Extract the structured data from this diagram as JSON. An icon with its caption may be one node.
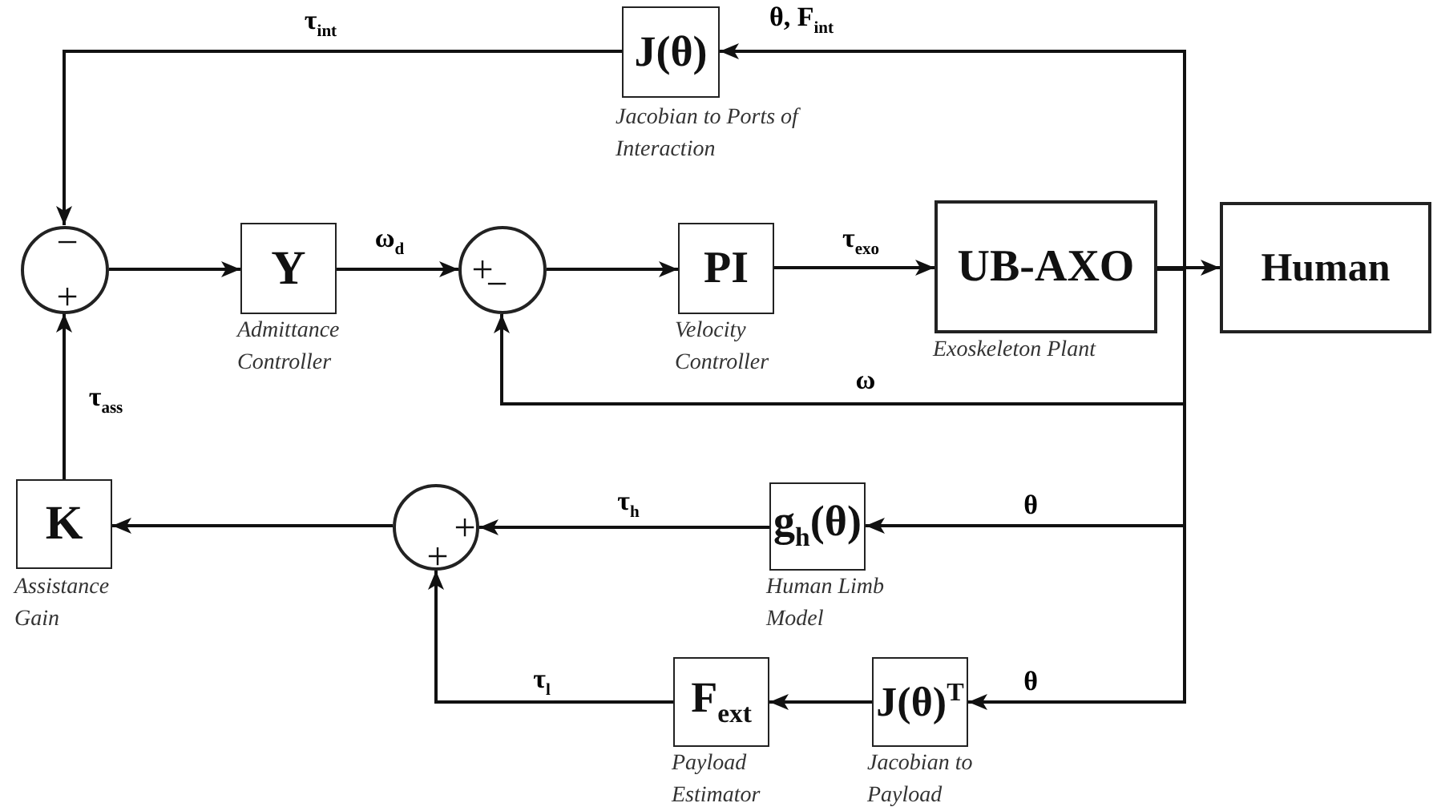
{
  "diagram": {
    "nodes": [
      {
        "text": [
          "J(θ)"
        ],
        "beside": [
          "Jacobian to Ports of Interaction"
        ]
      },
      {
        "text": [
          "−",
          "+"
        ]
      },
      {
        "text": [
          "Y"
        ],
        "beside": [
          "Admittance Controller"
        ]
      },
      {
        "text": [
          "+",
          "−"
        ]
      },
      {
        "text": [
          "PI"
        ],
        "beside": [
          "Velocity Controller"
        ]
      },
      {
        "text": [
          "UB-AXO"
        ],
        "beside": [
          "Exoskeleton Plant"
        ]
      },
      {
        "text": [
          "Human"
        ]
      },
      {
        "text": [
          "K"
        ],
        "beside": [
          "Assistance Gain"
        ]
      },
      {
        "text": [
          "+",
          "+"
        ]
      },
      {
        "text": [
          "g$_{h}$(θ)"
        ],
        "beside": [
          "Human Limb Model"
        ]
      },
      {
        "text": [
          "F$_{ext}$"
        ],
        "beside": [
          "Payload Estimator"
        ]
      },
      {
        "text": [
          "J(θ)$^{T}$"
        ],
        "beside": [
          "Jacobian to Payload"
        ]
      }
    ],
    "edges": [
      {
        "from": 0,
        "to": 1,
        "arrow": "to",
        "label": "τ$_{int}$"
      },
      {
        "from": 1,
        "to": 2,
        "arrow": "to"
      },
      {
        "from": 2,
        "to": 3,
        "arrow": "to",
        "label": "ω$_{d}$"
      },
      {
        "from": 3,
        "to": 4,
        "arrow": "to"
      },
      {
        "from": 4,
        "to": 5,
        "arrow": "to",
        "label": "τ$_{exo}$"
      },
      {
        "from": 5,
        "to": 6,
        "arrow": "to"
      },
      {
        "from": 5,
        "to": 0,
        "arrow": "to",
        "label": "θ, F$_{int}$"
      },
      {
        "from": 5,
        "to": 3,
        "arrow": "to",
        "label": "ω"
      },
      {
        "from": 5,
        "to": 9,
        "arrow": "to",
        "label": "θ"
      },
      {
        "from": 5,
        "to": 11,
        "arrow": "to",
        "label": "θ"
      },
      {
        "from": 9,
        "to": 8,
        "arrow": "to",
        "label": "τ$_{h}$"
      },
      {
        "from": 11,
        "to": 10,
        "arrow": "to"
      },
      {
        "from": 10,
        "to": 8,
        "arrow": "to",
        "label": "τ$_{l}$"
      },
      {
        "from": 8,
        "to": 7,
        "arrow": "to"
      },
      {
        "from": 7,
        "to": 1,
        "arrow": "to",
        "label": "τ$_{ass}$"
      }
    ]
  }
}
